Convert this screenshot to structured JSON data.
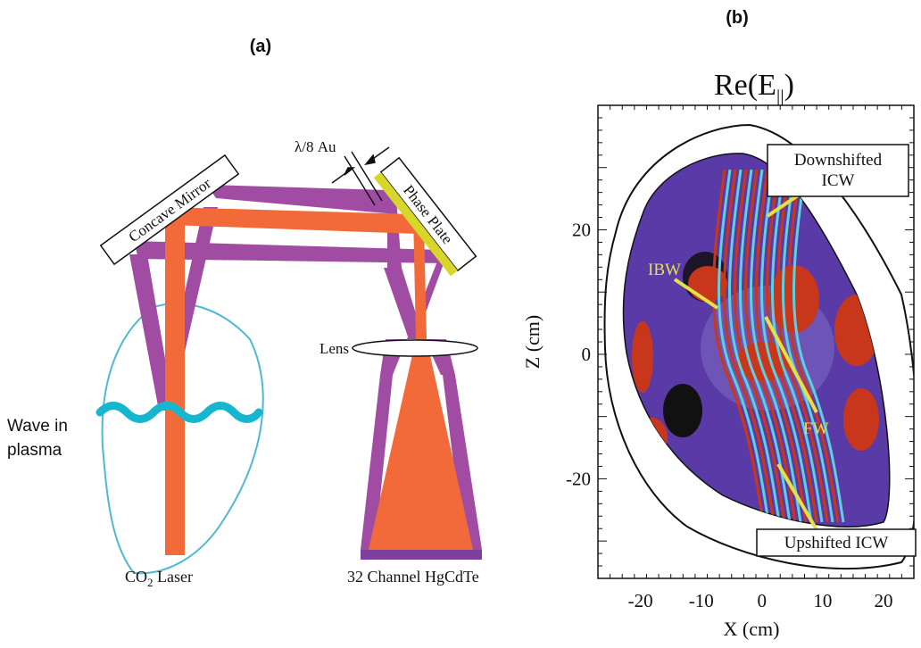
{
  "panel_a": {
    "label": "(a)",
    "labels": {
      "waveplate": "λ/8 Au",
      "phase_plate": "Phase Plate",
      "mirror": "Concave Mirror",
      "lens": "Lens",
      "wave_line1": "Wave in",
      "wave_line2": "plasma",
      "laser_prefix": "CO",
      "laser_sub": "2",
      "laser_suffix": " Laser",
      "detector": "32 Channel HgCdTe"
    },
    "colors": {
      "probe_beam": "#a14ca3",
      "reference_beam": "#f26a3a",
      "phase_plate": "#d8d62a",
      "plasma_outline": "#4fb9d3",
      "wave": "#17b6cf",
      "detector_bar": "#7e3f9d"
    }
  },
  "panel_b": {
    "label": "(b)",
    "title_main": "Re(E",
    "title_sub": "||",
    "title_close": ")",
    "xlabel": "X (cm)",
    "ylabel": "Z (cm)",
    "x_ticks": [
      "-20",
      "-10",
      "0",
      "10",
      "20"
    ],
    "y_ticks": [
      "20",
      "0",
      "-20"
    ],
    "x_range": [
      -27,
      25
    ],
    "z_range": [
      -36,
      40
    ],
    "annotations": {
      "downshifted_line1": "Downshifted",
      "downshifted_line2": "ICW",
      "ibw": "IBW",
      "fw": "FW",
      "upshifted": "Upshifted ICW"
    },
    "colors": {
      "plasma_fill": "#5a3aa6",
      "wave_red": "#c8361c",
      "wave_cyan": "#5fd0e0",
      "pointer": "#e3e14a"
    }
  }
}
